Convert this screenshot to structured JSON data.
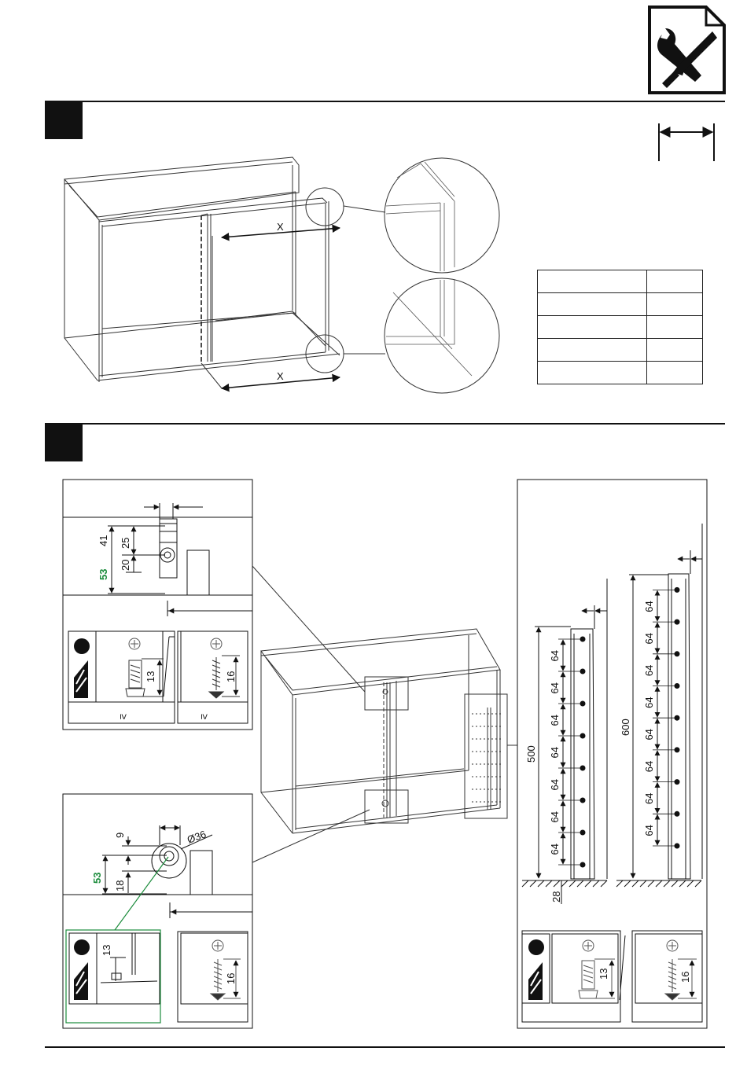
{
  "step1": {
    "x_label_top": "X",
    "x_label_bottom": "X"
  },
  "measure_table": {
    "rows": [
      [
        "",
        ""
      ],
      [
        "",
        ""
      ],
      [
        "",
        ""
      ],
      [
        "",
        ""
      ],
      [
        "",
        ""
      ]
    ]
  },
  "panel_top_left": {
    "dims": [
      "41",
      "25",
      "20",
      "53"
    ],
    "screw_lengths": [
      "13",
      "16"
    ],
    "symbol": "≥"
  },
  "panel_bottom_left": {
    "dims": [
      "9",
      "Ø36",
      "53",
      "18",
      "13"
    ],
    "screw_length": "16"
  },
  "panel_right": {
    "left_rail": {
      "total": "500",
      "spacings": [
        "64",
        "64",
        "64",
        "64",
        "64",
        "64",
        "64"
      ],
      "offset": "28"
    },
    "right_rail": {
      "total": "600",
      "spacings": [
        "64",
        "64",
        "64",
        "64",
        "64",
        "64",
        "64",
        "64"
      ]
    },
    "screw_lengths": [
      "13",
      "16"
    ]
  },
  "icons": {
    "tools": "wrench-screwdriver-document-icon",
    "phillips": "phillips-head-icon",
    "pilot": "pilot-hole-icon"
  }
}
